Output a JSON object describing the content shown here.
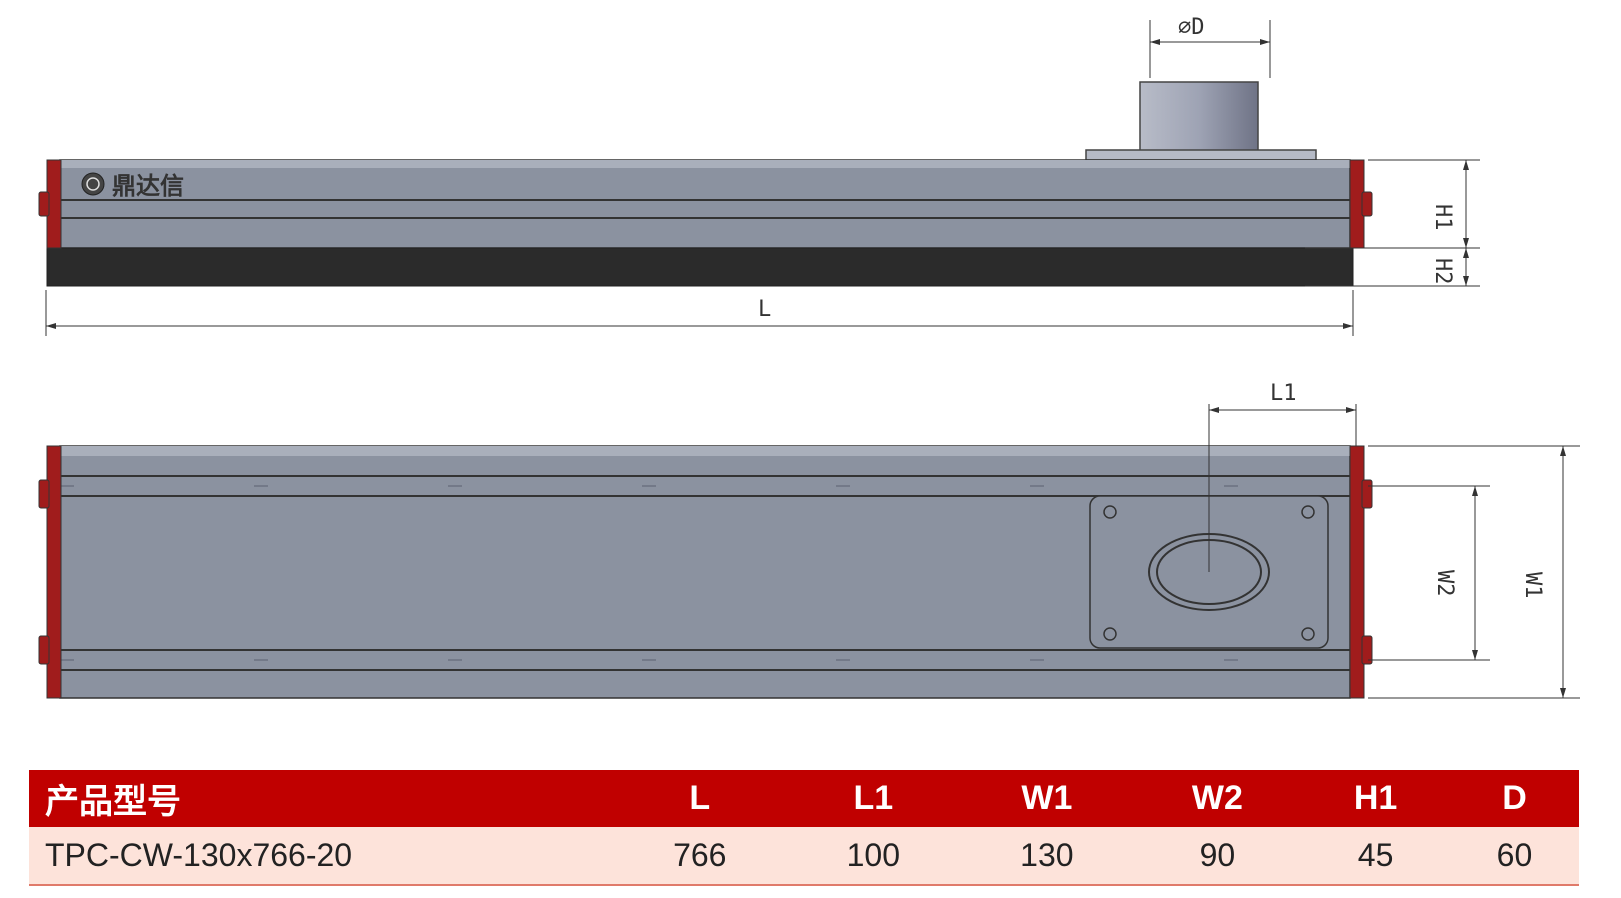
{
  "drawing": {
    "brand_text": "鼎达信",
    "labels": {
      "diameter": "⌀D",
      "length": "L",
      "offset": "L1",
      "height1": "H1",
      "height2": "H2",
      "width1": "W1",
      "width2": "W2"
    },
    "colors": {
      "body": "#8b92a0",
      "body_light": "#a9afbb",
      "end_cap": "#a01c1c",
      "base_strip": "#2b2b2b",
      "header_red": "#c00000",
      "row_pink": "#fde3da"
    }
  },
  "table": {
    "headers": [
      "产品型号",
      "L",
      "L1",
      "W1",
      "W2",
      "H1",
      "D"
    ],
    "rows": [
      [
        "TPC-CW-130x766-20",
        "766",
        "100",
        "130",
        "90",
        "45",
        "60"
      ]
    ]
  }
}
